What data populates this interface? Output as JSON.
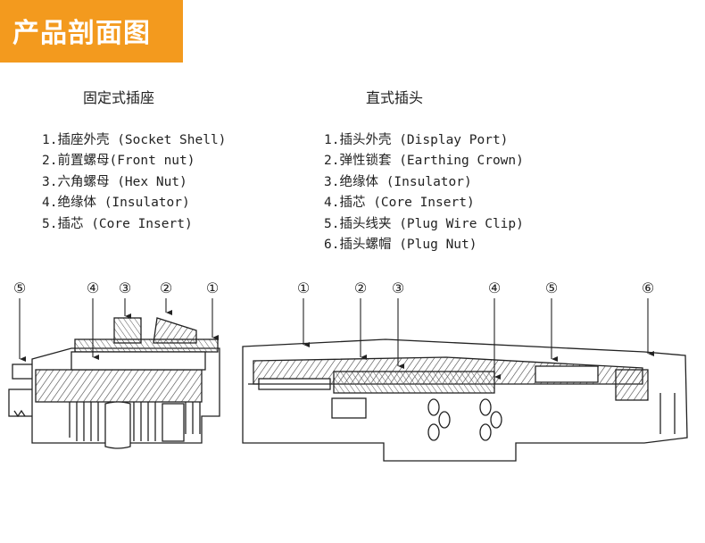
{
  "header": {
    "title": "产品剖面图"
  },
  "left": {
    "title": "固定式插座",
    "parts": [
      "1.插座外壳 (Socket Shell)",
      "2.前置螺母(Front nut)",
      "3.六角螺母 (Hex Nut)",
      "4.绝缘体 (Insulator)",
      "5.插芯 (Core Insert)"
    ]
  },
  "right": {
    "title": "直式插头",
    "parts": [
      "1.插头外壳 (Display Port)",
      "2.弹性锁套 (Earthing Crown)",
      "3.绝缘体 (Insulator)",
      "4.插芯 (Core Insert)",
      "5.插头线夹 (Plug Wire Clip)",
      "6.插头螺帽 (Plug Nut)"
    ]
  },
  "callouts": {
    "left": [
      "⑤",
      "④",
      "③",
      "②",
      "①"
    ],
    "right": [
      "①",
      "②",
      "③",
      "④",
      "⑤",
      "⑥"
    ]
  }
}
